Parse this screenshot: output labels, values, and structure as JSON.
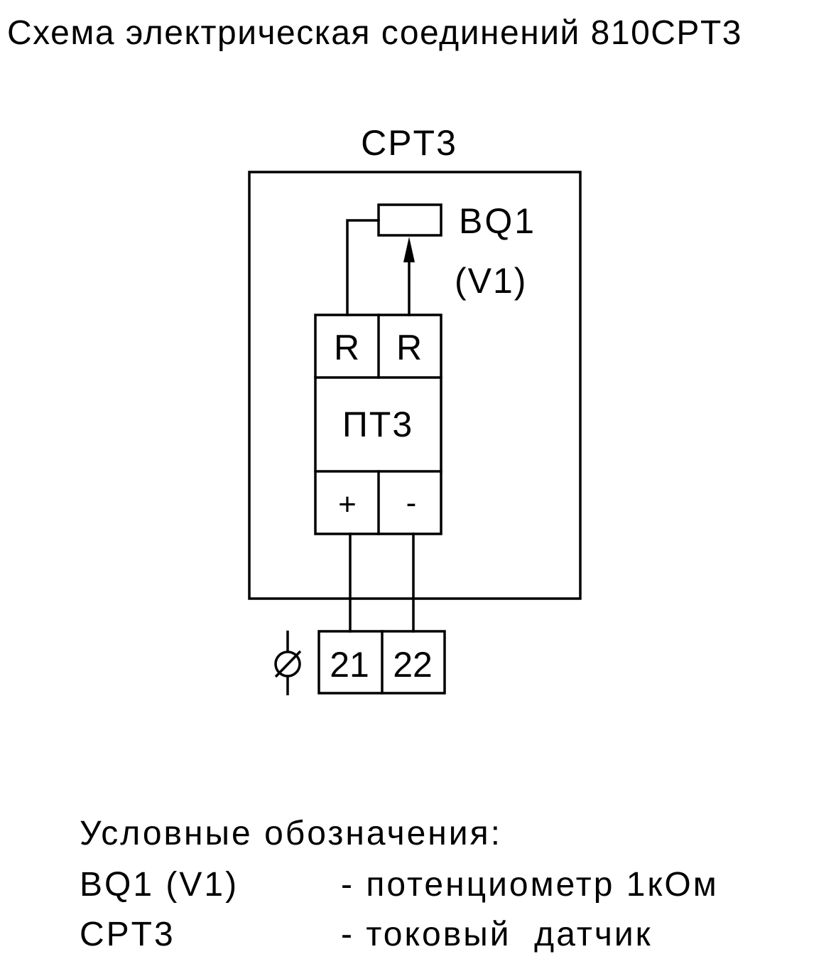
{
  "title": "Схема электрическая соединений 810CPT3",
  "device": {
    "label": "CPT3",
    "potentiometer": {
      "ref": "BQ1",
      "alt_ref": "(V1)"
    },
    "module": {
      "label": "ПТ3",
      "top_terminals": [
        "R",
        "R"
      ],
      "bottom_terminals": [
        "+",
        "-"
      ]
    }
  },
  "terminal_block": {
    "symbol": "Ø",
    "terminals": [
      "21",
      "22"
    ]
  },
  "legend": {
    "heading": "Условные обозначения:",
    "items": [
      {
        "code": "BQ1 (V1)",
        "description": "- потенциометр 1кОм"
      },
      {
        "code": "CPT3",
        "description": "- токовый  датчик"
      }
    ]
  },
  "colors": {
    "line": "#000000",
    "background": "#ffffff"
  }
}
